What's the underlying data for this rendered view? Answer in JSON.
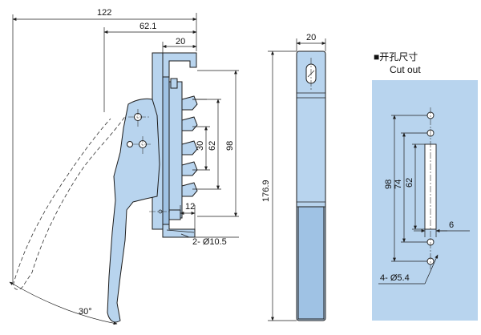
{
  "colors": {
    "part_fill": "#b8d4ee",
    "part_fill_dark": "#9fc2e4",
    "cutout_panel": "#b8d4ee",
    "line": "#1c1c1c"
  },
  "front_view": {
    "dims": {
      "overall_width": "122",
      "to_mount": "62.1",
      "bracket_width": "20",
      "pitch_30": "30",
      "pitch_62": "62",
      "pitch_98": "98",
      "offset_12": "12",
      "holes": "2- Ø10.5",
      "angle": "30°"
    }
  },
  "side_view": {
    "dims": {
      "width": "20",
      "height": "176.9"
    }
  },
  "cutout": {
    "title_cn": "■开孔尺寸",
    "title_en": "Cut out",
    "dims": {
      "d98": "98",
      "d74": "74",
      "d62": "62",
      "d6": "6",
      "holes": "4- Ø5.4"
    }
  }
}
